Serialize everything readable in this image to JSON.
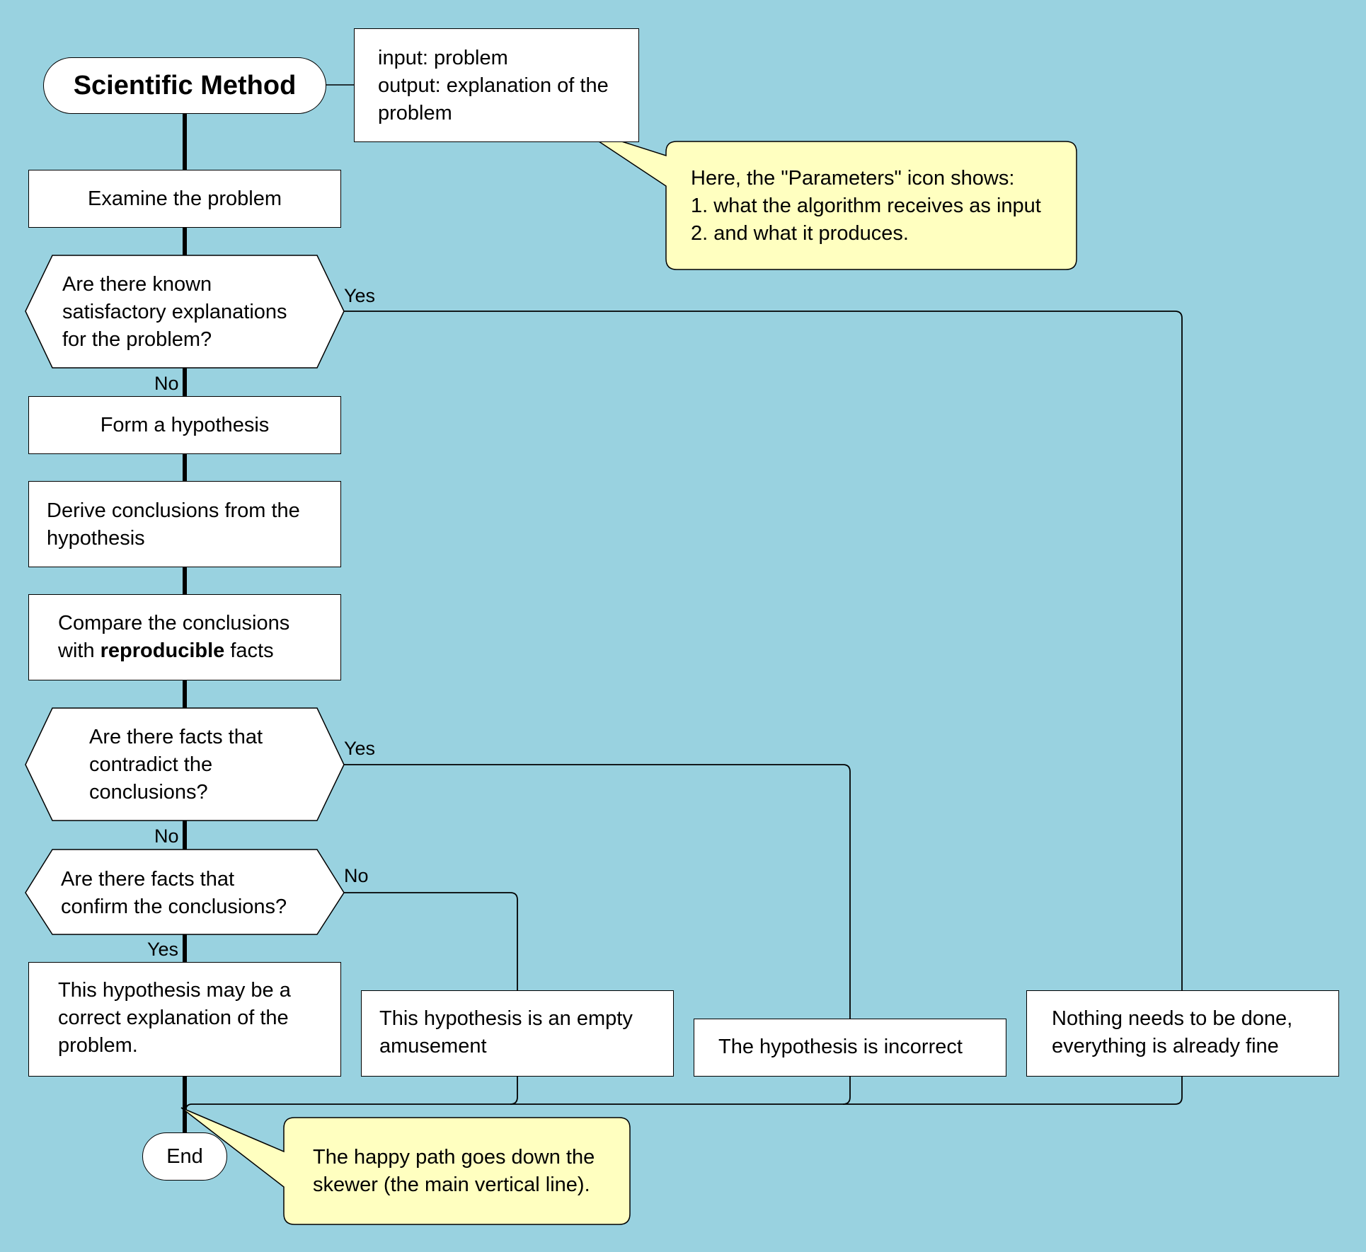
{
  "title": "Scientific Method",
  "parameters": {
    "input": "input: problem",
    "output_1": "output: explanation of the",
    "output_2": "problem"
  },
  "callout_parameters": {
    "line1": "Here, the \"Parameters\" icon shows:",
    "line2": "1. what the algorithm receives as input",
    "line3": "2. and what it produces."
  },
  "steps": {
    "examine": "Examine the problem",
    "q_known_1": "Are there known",
    "q_known_2": "satisfactory explanations",
    "q_known_3": "for the problem?",
    "form": "Form a hypothesis",
    "derive_1": "Derive conclusions from the",
    "derive_2": "hypothesis",
    "compare_1": "Compare the conclusions",
    "compare_2_pre": "with ",
    "compare_2_bold": "reproducible",
    "compare_2_post": " facts",
    "q_contradict_1": "Are there facts that",
    "q_contradict_2": "contradict the",
    "q_contradict_3": "conclusions?",
    "q_confirm_1": "Are there facts that",
    "q_confirm_2": "confirm the conclusions?"
  },
  "outcomes": {
    "correct_1": "This hypothesis may be a",
    "correct_2": "correct explanation of the",
    "correct_3": "problem.",
    "empty_1": "This hypothesis is an empty",
    "empty_2": "amusement",
    "incorrect": "The hypothesis is incorrect",
    "nothing_1": "Nothing needs to be done,",
    "nothing_2": "everything is already fine"
  },
  "edge_labels": {
    "yes": "Yes",
    "no": "No"
  },
  "end_label": "End",
  "callout_happy": {
    "line1": "The happy path goes down the",
    "line2": "skewer (the main vertical line)."
  },
  "colors": {
    "background": "#99d2e0",
    "box": "#ffffff",
    "callout": "#ffffc0",
    "stroke": "#000000"
  }
}
